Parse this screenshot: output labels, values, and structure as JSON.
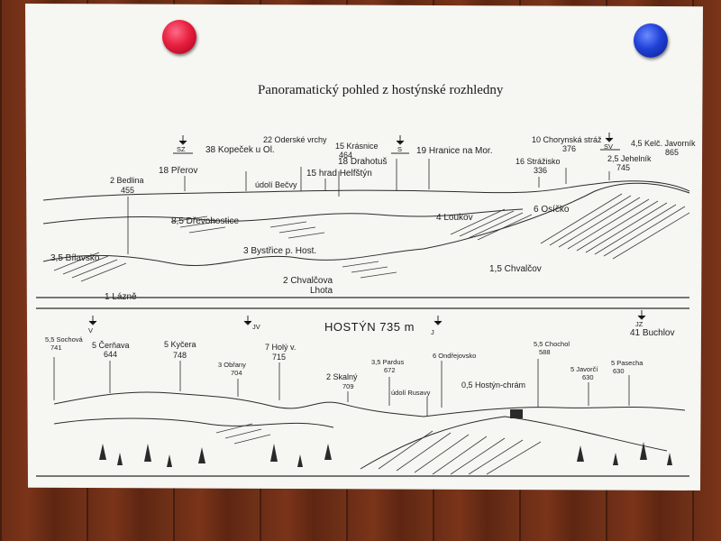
{
  "photo": {
    "subject": "paper panorama map pinned to wooden wall",
    "colors": {
      "wood": "#6a2c16",
      "paper": "#f6f6f3",
      "pin_red": "#e8203f",
      "pin_blue": "#2041d8"
    }
  },
  "map": {
    "title": "Panoramatický pohled z hostýnské rozhledny",
    "upper_labels": [
      "2 Bedlina",
      "455",
      "18 Přerov",
      "38 Kopeček u Ol.",
      "22 Oderské vrchy",
      "údolí Bečvy",
      "15 Krásnice",
      "464",
      "15 hrad Helfštýn",
      "18 Drahotuš",
      "19 Hranice na Mor.",
      "10 Chorynská stráž",
      "376",
      "16 Strážisko",
      "336",
      "2,5 Jehelník",
      "745",
      "4,5 Kelč. Javorník",
      "865",
      "8,5 Dřevohostice",
      "4 Loukov",
      "6 Osíčko",
      "3 Bystřice p. Host.",
      "3,5 Bílavsko",
      "2 Chvalčova",
      "Lhota",
      "1,5 Chvalčov",
      "1 Lázně"
    ],
    "upper_compass": [
      "SZ",
      "S",
      "SV"
    ],
    "hostyn_label": "HOSTÝN 735 m",
    "hostyn_compass": "J",
    "lower_labels": [
      "5,5 Sochová",
      "741",
      "5 Čerňava",
      "644",
      "5 Kyčera",
      "748",
      "3 Obřany",
      "704",
      "7 Holý v.",
      "715",
      "2 Skalný",
      "709",
      "3,5 Pardus",
      "672",
      "údolí Rusavy",
      "6 Ondřejovsko",
      "0,5 Hostýn-chrám",
      "5,5 Chochol",
      "588",
      "5 Javorčí",
      "630",
      "5 Pasecha",
      "630",
      "41 Buchlov"
    ],
    "lower_compass": [
      "V",
      "JV",
      "JZ"
    ]
  }
}
